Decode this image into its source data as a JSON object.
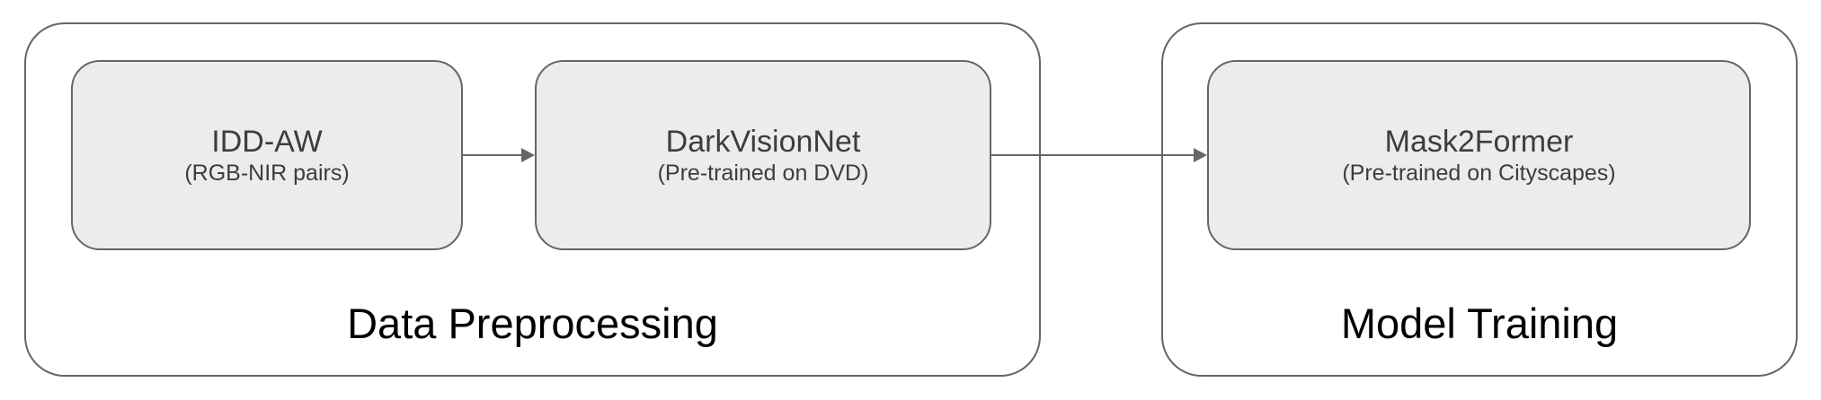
{
  "diagram": {
    "groups": [
      {
        "label": "Data Preprocessing"
      },
      {
        "label": "Model Training"
      }
    ],
    "nodes": [
      {
        "title": "IDD-AW",
        "subtitle": "(RGB-NIR pairs)"
      },
      {
        "title": "DarkVisionNet",
        "subtitle": "(Pre-trained on DVD)"
      },
      {
        "title": "Mask2Former",
        "subtitle": "(Pre-trained on Cityscapes)"
      }
    ],
    "arrows": [
      {
        "from": "IDD-AW",
        "to": "DarkVisionNet"
      },
      {
        "from": "DarkVisionNet",
        "to": "Mask2Former"
      }
    ]
  },
  "theme": {
    "canvas-bg": "#ffffff",
    "border-color": "#666666",
    "node-fill": "#ececec",
    "node-text": "#3d3d3d",
    "label-color": "#000000"
  }
}
